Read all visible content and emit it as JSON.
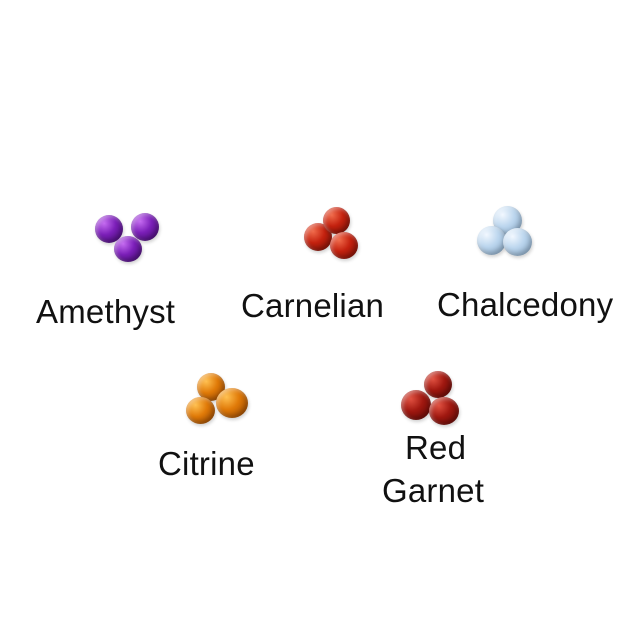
{
  "gems": [
    {
      "id": "amethyst",
      "label": "Amethyst",
      "colors": {
        "base": "#7b1fb8",
        "light": "#c46af0",
        "dark": "#3c0866"
      }
    },
    {
      "id": "carnelian",
      "label": "Carnelian",
      "colors": {
        "base": "#c4220f",
        "light": "#f06a4a",
        "dark": "#6e0c04"
      }
    },
    {
      "id": "chalcedony",
      "label": "Chalcedony",
      "colors": {
        "base": "#bcd6ee",
        "light": "#f2f8ff",
        "dark": "#86a8c8"
      }
    },
    {
      "id": "citrine",
      "label": "Citrine",
      "colors": {
        "base": "#e07a08",
        "light": "#ffc050",
        "dark": "#8c3e02"
      }
    },
    {
      "id": "red-garnet",
      "label_line1": "Red",
      "label_line2": "Garnet",
      "colors": {
        "base": "#a01810",
        "light": "#e05040",
        "dark": "#560604"
      }
    }
  ]
}
